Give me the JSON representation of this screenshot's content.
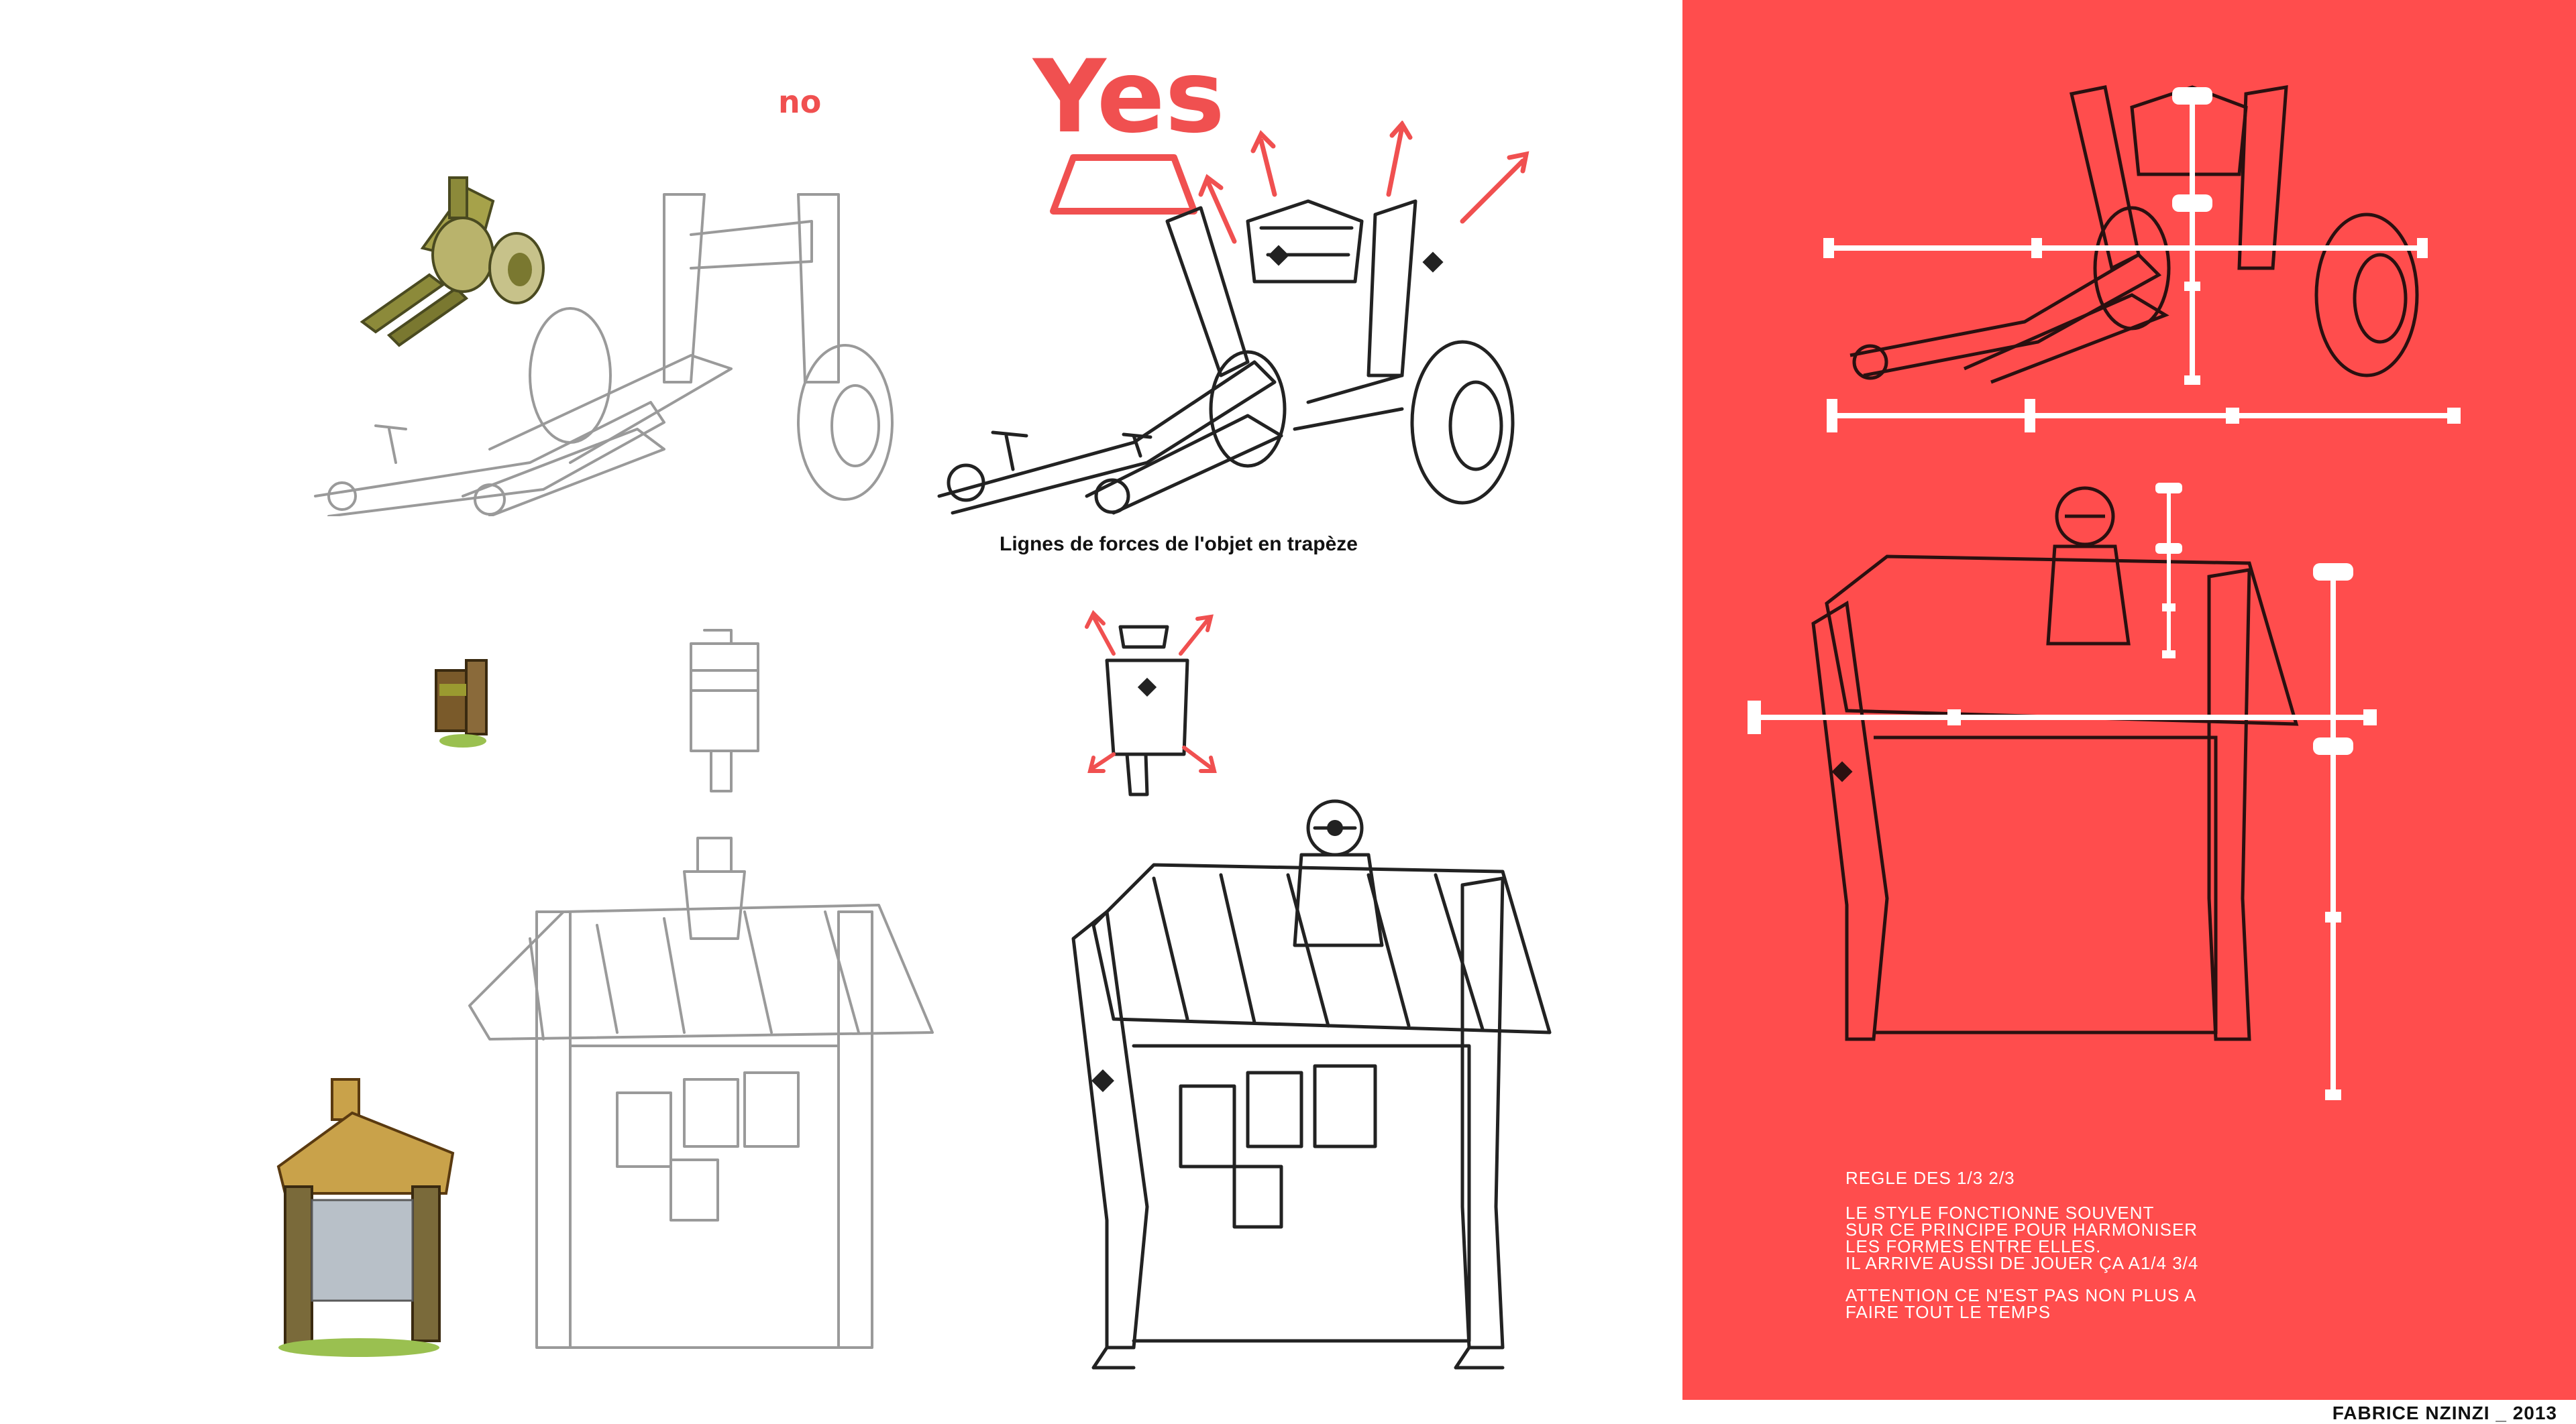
{
  "annotations": {
    "no_label": "no",
    "yes_label": "Yes",
    "force_lines_caption": "Lignes de forces de l'objet en trapèze"
  },
  "rule_panel": {
    "title": "REGLE DES 1/3 2/3",
    "paragraph_1": [
      "LE STYLE FONCTIONNE SOUVENT",
      "SUR CE PRINCIPE POUR HARMONISER",
      "LES FORMES ENTRE ELLES.",
      "IL ARRIVE AUSSI DE JOUER ÇA A1/4 3/4"
    ],
    "paragraph_2": [
      "ATTENTION CE N'EST PAS NON PLUS A",
      "FAIRE TOUT LE TEMPS"
    ],
    "background_color": "#ff4d4d"
  },
  "signature": "FABRICE NZINZI _ 2013",
  "colors": {
    "accent_red": "#f05050",
    "sketch_dark": "#222222",
    "sketch_light": "#9a9a9a",
    "finished_asset_green": "#8c8a3a",
    "finished_asset_wood": "#6b4a26"
  }
}
